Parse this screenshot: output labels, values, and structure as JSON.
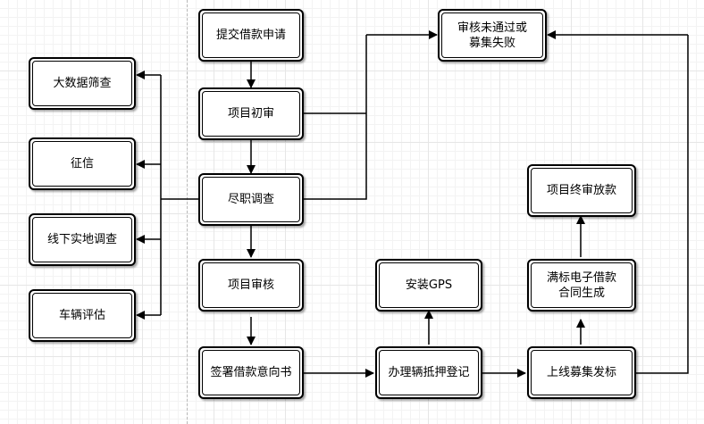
{
  "nodes": {
    "submit": "提交借款申请",
    "initial_review": "项目初审",
    "due_diligence": "尽职调查",
    "project_audit": "项目审核",
    "sign_contract": "签署借款意向书",
    "vehicle_registration": "办理辆抵押登记",
    "listing": "上线募集发标",
    "install_gps": "安装GPS",
    "e_contract": "满标电子借款\n合同生成",
    "final_release": "项目终审放款",
    "failed": "审核未通过或\n募集失败",
    "big_data": "大数据筛查",
    "credit": "征信",
    "offline_survey": "线下实地调查",
    "vehicle_eval": "车辆评估"
  },
  "colors": {
    "stroke": "#000000",
    "background": "#ffffff"
  }
}
